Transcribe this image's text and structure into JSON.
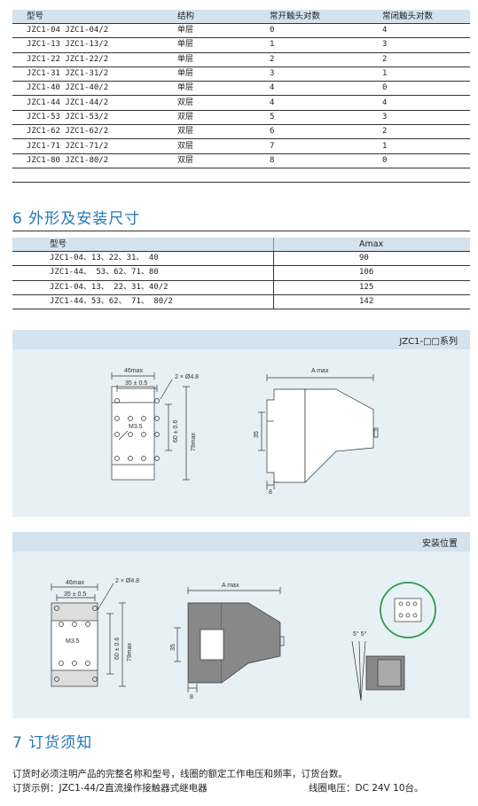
{
  "contact_table": {
    "headers": [
      "型号",
      "结构",
      "常开触头对数",
      "常闭触头对数"
    ],
    "rows": [
      [
        "JZC1-04 JZC1-04/2",
        "单层",
        "0",
        "4"
      ],
      [
        "JZC1-13 JZC1-13/2",
        "单层",
        "1",
        "3"
      ],
      [
        "JZC1-22 JZC1-22/2",
        "单层",
        "2",
        "2"
      ],
      [
        "JZC1-31 JZC1-31/2",
        "单层",
        "3",
        "1"
      ],
      [
        "JZC1-40 JZC1-40/2",
        "单层",
        "4",
        "0"
      ],
      [
        "JZC1-44 JZC1-44/2",
        "双层",
        "4",
        "4"
      ],
      [
        "JZC1-53 JZC1-53/2",
        "双层",
        "5",
        "3"
      ],
      [
        "JZC1-62 JZC1-62/2",
        "双层",
        "6",
        "2"
      ],
      [
        "JZC1-71 JZC1-71/2",
        "双层",
        "7",
        "1"
      ],
      [
        "JZC1-80 JZC1-80/2",
        "双层",
        "8",
        "0"
      ]
    ]
  },
  "section6": {
    "title": "6 外形及安装尺寸",
    "headers": [
      "型号",
      "Amax"
    ],
    "rows": [
      [
        "JZC1-04、13、22、31、 40",
        "90"
      ],
      [
        "JZC1-44、 53、62、71、80",
        "106"
      ],
      [
        "JZC1-04、13、 22、31、40/2",
        "125"
      ],
      [
        "JZC1-44、53、62、 71、 80/2",
        "142"
      ]
    ]
  },
  "diagram1": {
    "label": "JZC1-□□系列",
    "dim_width": "46max",
    "dim_spacing": "35 ± 0.5",
    "dim_holes": "2 × Ø4.8",
    "dim_thread": "M3.5",
    "dim_height": "79max",
    "dim_center": "60 ± 0.6",
    "dim_a": "A max",
    "dim_rail": "35",
    "dim_base": "8"
  },
  "diagram2": {
    "label": "安装位置",
    "dim_width": "46max",
    "dim_spacing": "35 ± 0.5",
    "dim_holes": "2 × Ø4.8",
    "dim_thread": "M3.5",
    "dim_height": "79max",
    "dim_center": "60 ± 0.6",
    "dim_a": "A max",
    "dim_rail": "35",
    "dim_base": "8",
    "angle": "5° 5°"
  },
  "section7": {
    "title": "7 订货须知",
    "line1": "订货时必须注明产品的完整名称和型号，线圈的额定工作电压和频率，订货台数。",
    "line2": "订货示例：JZC1-44/2直流操作接触器式继电器",
    "line2_right": "线圈电压：DC 24V 10台。"
  }
}
